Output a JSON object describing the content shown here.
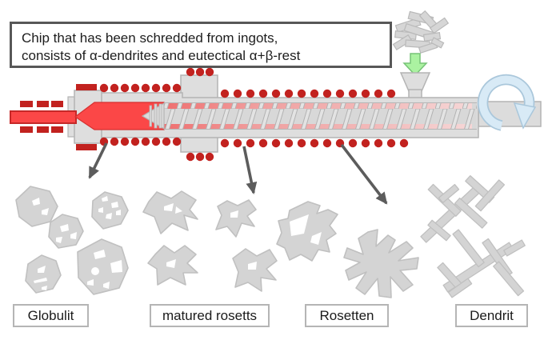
{
  "caption": {
    "text": "Chip that has been schredded from ingots,\nconsists of α-dendrites and eutectical α+β-rest"
  },
  "stages": [
    {
      "label": "Globulit"
    },
    {
      "label": "matured rosetts"
    },
    {
      "label": "Rosetten"
    },
    {
      "label": "Dendrit"
    }
  ],
  "icons": {
    "chips_pile": "scattered-metal-chips",
    "feed_arrow": "⬇",
    "rotation_arrow": "↻",
    "stage_pointer": "↘",
    "hopper": "funnel"
  },
  "colors": {
    "heater_red": "#c2221f",
    "melt_red": "#fb4747",
    "melt_outline": "#d63030",
    "machine_gray": "#dedede",
    "machine_border": "#b4b4b4",
    "micro_gray": "#d4d4d4",
    "micro_border": "#c0c0c0",
    "feed_green": "#abf2a1",
    "feed_green_border": "#77c377",
    "rotation_blue": "#d8eaf6",
    "rotation_blue_border": "#aac7db",
    "pointer_gray": "#5c5c5c",
    "caption_border": "#575757",
    "label_border": "#b5b5b5"
  }
}
